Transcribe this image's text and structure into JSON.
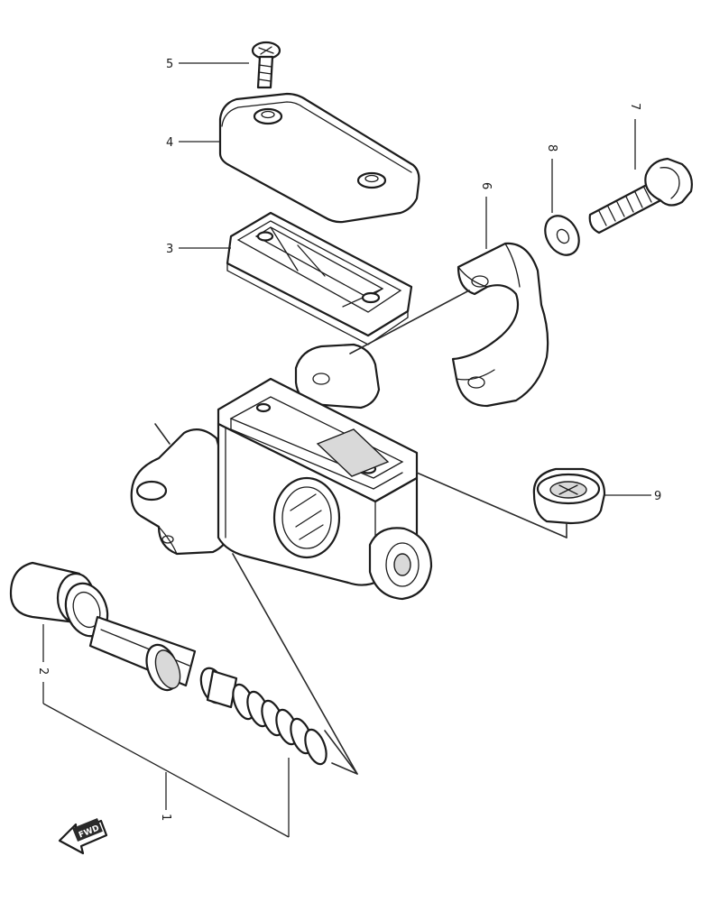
{
  "callouts": [
    {
      "id": "5",
      "text": "5"
    },
    {
      "id": "4",
      "text": "4"
    },
    {
      "id": "3",
      "text": "3"
    },
    {
      "id": "6",
      "text": "6"
    },
    {
      "id": "8",
      "text": "8"
    },
    {
      "id": "7",
      "text": "7"
    },
    {
      "id": "9",
      "text": "9"
    },
    {
      "id": "2",
      "text": "2"
    },
    {
      "id": "1",
      "text": "1"
    }
  ],
  "direction_badge": "FWD"
}
